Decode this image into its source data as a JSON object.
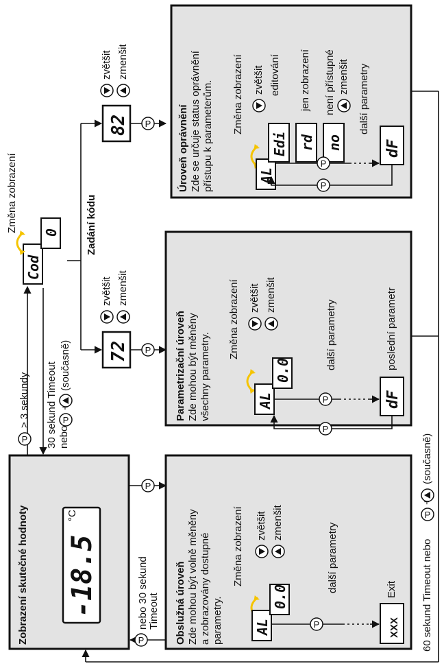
{
  "colors": {
    "panel": "#e3e3e3",
    "outline": "#111111",
    "accent": "#f5c400"
  },
  "icons": [
    "p-button-icon",
    "up-button-icon",
    "down-button-icon",
    "change-display-arrow-icon"
  ],
  "main_display": {
    "title": "Zobrazení skutečné hodnoty",
    "value": "-18.5",
    "unit": "°C"
  },
  "top_flow": {
    "p3": "> 3 sekundy",
    "timeout1": "30 sekund Timeout",
    "timeout2_a": "nebo",
    "timeout2_b": "+",
    "timeout2_c": "(současně)",
    "change_label": "Změna zobrazení",
    "cod_display": "Cod",
    "zero_display": "0",
    "code_entry_label": "Zadání kódu"
  },
  "code_72": {
    "display": "72",
    "up": "zvětšit",
    "down": "zmenšit"
  },
  "code_82": {
    "display": "82",
    "up": "zvětšit",
    "down": "zmenšit"
  },
  "operator_level": {
    "title": "Obslužná úroveň",
    "desc": [
      "Zde mohou být volně měněny",
      "a zobrazovány dostupné",
      "parametry."
    ],
    "change": "Změna zobrazení",
    "up": "zvětšit",
    "down": "zmenšit",
    "display_al": "AL",
    "display_val": "0.0",
    "next": "další parametry",
    "last_display": "XXX",
    "exit": "Exit",
    "return_a": "nebo 30 sekund",
    "return_b": "Timeout"
  },
  "param_level": {
    "title": "Parametrizační úroveň",
    "desc": [
      "Zde mohou být měněny",
      "všechny parametry."
    ],
    "change": "Změna zobrazení",
    "up": "zvětšit",
    "down": "zmenšit",
    "display_al": "AL",
    "display_val": "0.0",
    "next": "další parametry",
    "last_display": "dF",
    "last_label": "poslední parametr"
  },
  "auth_level": {
    "title": "Úroveň oprávnění",
    "desc": [
      "Zde se určuje status oprávnění",
      "přístupu k parameterům."
    ],
    "change": "Změna zobrazení",
    "up": "zvětšit",
    "edit_label": "editování",
    "edi_display": "Edi",
    "rd_display": "rd",
    "rd_label": "jen zobrazení",
    "no_display": "no",
    "no_label": "není přístupné",
    "down": "zmenšit",
    "display_al": "AL",
    "next": "další parametry",
    "last_display": "dF"
  },
  "bottom_return": {
    "text_a": "60 sekund Timeout nebo",
    "text_b": "+",
    "text_c": "(současně)"
  }
}
